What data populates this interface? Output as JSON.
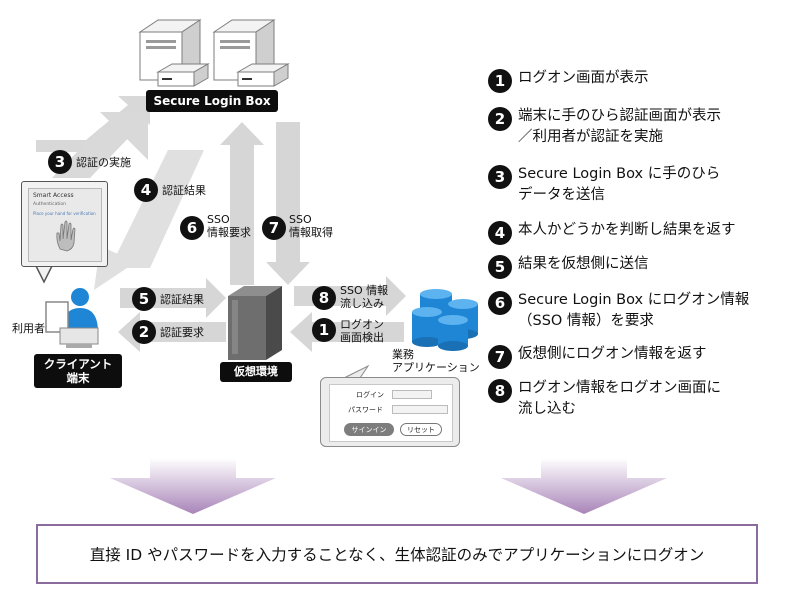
{
  "diagram": {
    "secure_login_box": "Secure Login Box",
    "client_terminal": "クライアント\n端末",
    "user_label": "利用者",
    "virtual_env": "仮想環境",
    "business_app": "業務\nアプリケーション",
    "screen": {
      "title": "Smart Access",
      "line1": "Authentication",
      "line2": "Place your hand for verification"
    },
    "login_form": {
      "login_label": "ログイン",
      "password_label": "パスワード",
      "signin_button": "サインイン",
      "reset_button": "リセット"
    },
    "arrow_labels": {
      "step3": "認証の実施",
      "step4": "認証結果",
      "step6": "SSO\n情報要求",
      "step7": "SSO\n情報取得",
      "step5": "認証結果",
      "step2": "認証要求",
      "step8": "SSO 情報\n流し込み",
      "step1": "ログオン\n画面検出"
    },
    "badges": {
      "b1": "1",
      "b2": "2",
      "b3": "3",
      "b4": "4",
      "b5": "5",
      "b6": "6",
      "b7": "7",
      "b8": "8"
    }
  },
  "steps": [
    {
      "num": "1",
      "text": "ログオン画面が表示"
    },
    {
      "num": "2",
      "text": "端末に手のひら認証画面が表示\n／利用者が認証を実施"
    },
    {
      "num": "3",
      "text": "Secure Login Box に手のひら\nデータを送信"
    },
    {
      "num": "4",
      "text": "本人かどうかを判断し結果を返す"
    },
    {
      "num": "5",
      "text": "結果を仮想側に送信"
    },
    {
      "num": "6",
      "text": "Secure Login Box にログオン情報\n（SSO 情報）を要求"
    },
    {
      "num": "7",
      "text": "仮想側にログオン情報を返す"
    },
    {
      "num": "8",
      "text": "ログオン情報をログオン画面に\n流し込む"
    }
  ],
  "conclusion": "直接 ID やパスワードを入力することなく、生体認証のみでアプリケーションにログオン",
  "colors": {
    "arrow_gray": "#d6d6d6",
    "badge_black": "#111111",
    "banner_border": "#8c6c9e",
    "down_arrow_top": "#ffffff",
    "down_arrow_bottom": "#a884b8",
    "db_blue": "#1f86d6"
  }
}
